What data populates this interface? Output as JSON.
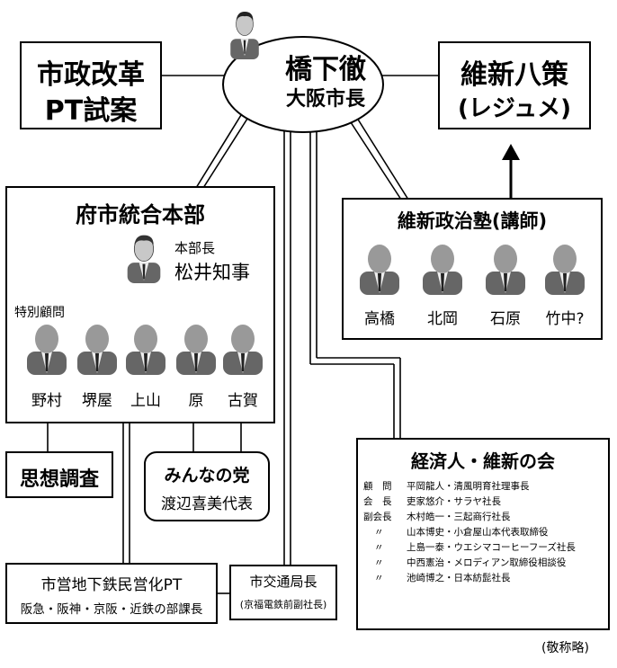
{
  "center": {
    "name": "橋下徹",
    "title": "大阪市長"
  },
  "reform": {
    "line1": "市政改革",
    "line2": "PT試案"
  },
  "ishin8": {
    "line1": "維新八策",
    "line2": "(レジュメ)"
  },
  "honbu": {
    "title": "府市統合本部",
    "head_role": "本部長",
    "head_name": "松井知事",
    "advisor_label": "特別顧問",
    "advisors": [
      "野村",
      "堺屋",
      "上山",
      "原",
      "古賀"
    ]
  },
  "juku": {
    "title": "維新政治塾(講師)",
    "lecturers": [
      "高橋",
      "北岡",
      "石原",
      "竹中?"
    ]
  },
  "shiso": {
    "label": "思想調査"
  },
  "minna": {
    "line1": "みんなの党",
    "line2": "渡辺喜美代表"
  },
  "keizai": {
    "title": "経済人・維新の会",
    "members": [
      {
        "role": "顧　問",
        "person": "平岡龍人・清風明育社理事長"
      },
      {
        "role": "会　長",
        "person": "吏家悠介・サラヤ社長"
      },
      {
        "role": "副会長",
        "person": "木村皓一・三起商行社長"
      },
      {
        "role": "〃",
        "person": "山本博史・小倉屋山本代表取締役"
      },
      {
        "role": "〃",
        "person": "上島一泰・ウエシマコーヒーフーズ社長"
      },
      {
        "role": "〃",
        "person": "中西憲治・メロディアン取締役相談役"
      },
      {
        "role": "〃",
        "person": "池崎博之・日本紡髭社長"
      }
    ]
  },
  "subway": {
    "line1": "市営地下鉄民営化PT",
    "line2": "阪急・阪神・京阪・近鉄の部課長"
  },
  "kotsu": {
    "line1": "市交通局長",
    "line2": "(京福電鉄前副社長)"
  },
  "footnote": "(敬称略)"
}
